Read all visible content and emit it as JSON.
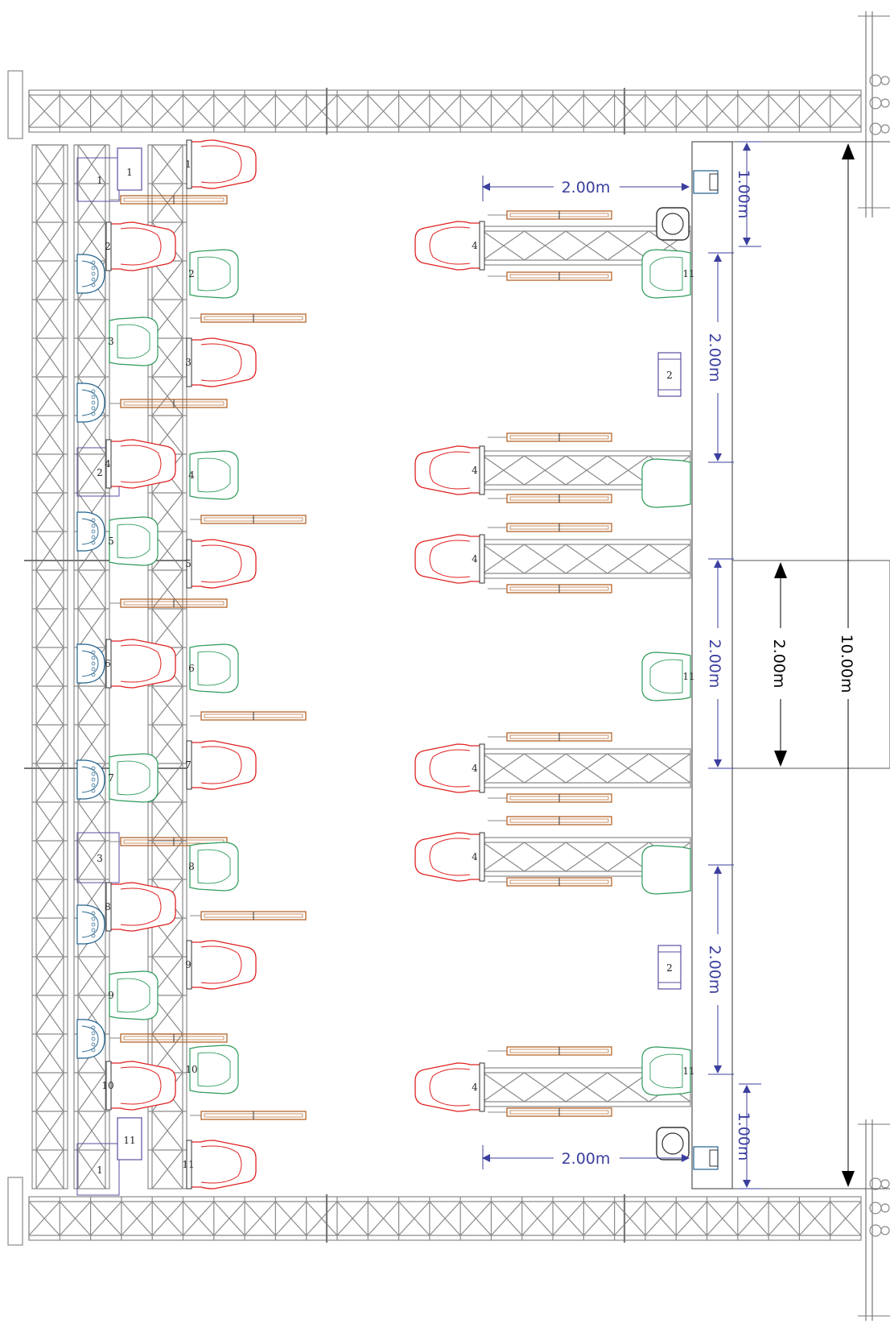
{
  "colors": {
    "dimension": "#3b3f9e",
    "dimension_black": "#000000",
    "truss": "#8a8a8a",
    "moving_head": "#e02020",
    "wash": "#2e9a5a",
    "blinder": "#1e5f8c",
    "led_bar": "#b5652a",
    "box": "#5a4fa0"
  },
  "dimensions": {
    "top_left_width": "2.00m",
    "bottom_left_width": "2.00m",
    "side_top": "1.00m",
    "side_bottom": "1.00m",
    "span_1": "2.00m",
    "span_2": "2.00m",
    "span_3": "2.00m",
    "center_span": "2.00m",
    "total": "10.00m"
  },
  "labels": {
    "box_top": "1",
    "box_mid_right_1": "2",
    "box_mid_right_2": "2",
    "box_bottom": "11",
    "left_col_boxes": [
      "1",
      "2",
      "3",
      "1"
    ],
    "moving_heads_left": [
      "1",
      "2",
      "3",
      "4",
      "5",
      "6",
      "7",
      "8",
      "9",
      "10",
      "11"
    ],
    "wash_left": [
      "2",
      "4",
      "6",
      "8",
      "10"
    ],
    "wash_inner": [
      "3",
      "5",
      "7",
      "9"
    ],
    "moving_heads_right": [
      "4",
      "4",
      "4",
      "4",
      "4",
      "4"
    ],
    "wash_right": [
      "11",
      "11",
      "11"
    ],
    "bar_number": "1"
  }
}
